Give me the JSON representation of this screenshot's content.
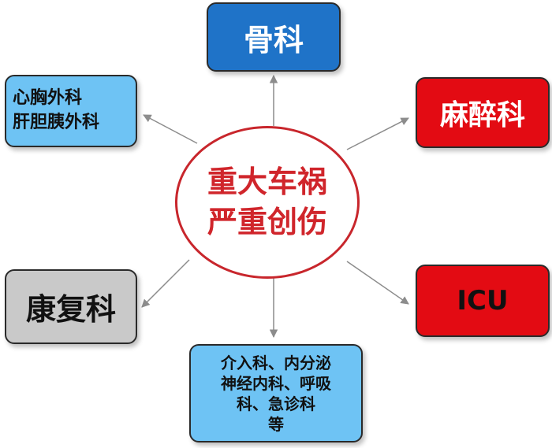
{
  "center": {
    "line1": "重大车祸",
    "line2": "严重创伤"
  },
  "departments": {
    "orthopedics": "骨科",
    "anesthesiology": "麻醉科",
    "icu": "ICU",
    "rehabilitation": "康复科",
    "cardio": {
      "line1": "心胸外科",
      "line2": "肝胆胰外科"
    },
    "misc": {
      "line1": "介入科、内分泌",
      "line2": "神经内科、呼吸",
      "line3": "科、急诊科",
      "line4": "等"
    }
  },
  "colors": {
    "center_border": "#c8262c",
    "center_text": "#d0252b",
    "blue_dark": "#1f73c8",
    "blue_light": "#6ec3f4",
    "red": "#e30b13",
    "grey": "#c9c9c9",
    "arrow": "#8c8c8c"
  }
}
